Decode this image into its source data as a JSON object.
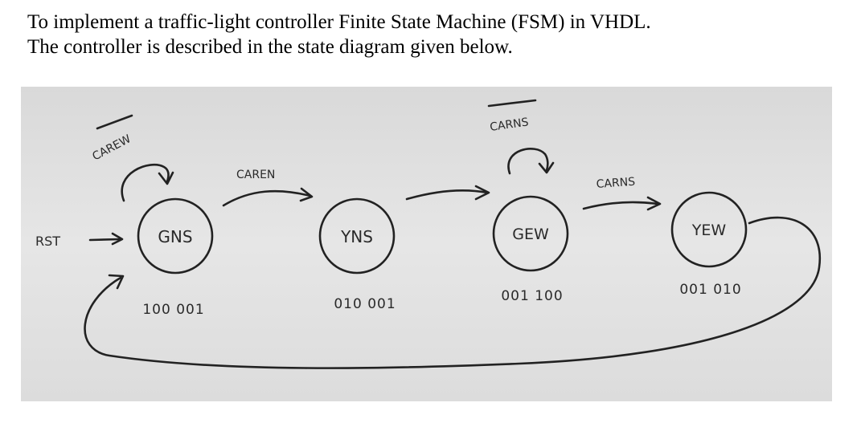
{
  "intro": {
    "line1": "To implement a traffic-light controller Finite State Machine (FSM) in VHDL.",
    "line2": "The controller is described in the state diagram given below."
  },
  "diagram": {
    "paper_color": "#e4e4e4",
    "ink_color": "#222222",
    "reset_label": "RST",
    "states": [
      {
        "name": "GNS",
        "output": "100 001",
        "self_loop_label": "CAREW"
      },
      {
        "name": "YNS",
        "output": "010 001"
      },
      {
        "name": "GEW",
        "output": "001 100",
        "self_loop_label": "CARNS"
      },
      {
        "name": "YEW",
        "output": "001 010"
      }
    ],
    "transitions": [
      {
        "from": "GNS",
        "to": "YNS",
        "label": "CAREN"
      },
      {
        "from": "YNS",
        "to": "GEW",
        "label": ""
      },
      {
        "from": "GEW",
        "to": "YEW",
        "label": "CARNS"
      },
      {
        "from": "YEW",
        "to": "GNS",
        "label": ""
      }
    ]
  }
}
